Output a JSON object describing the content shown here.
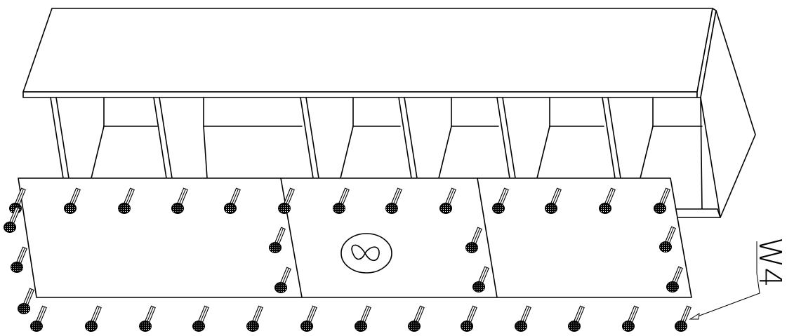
{
  "diagram": {
    "callout": {
      "label": "W4"
    },
    "badge": {
      "symbol": "oo"
    },
    "colors": {
      "line": "#000000",
      "background": "#ffffff",
      "dowel": "#000000"
    },
    "icons": [
      "shelf-cabinet",
      "back-panel",
      "dowel-icon",
      "quantity-badge-icon",
      "callout-arrow"
    ]
  }
}
